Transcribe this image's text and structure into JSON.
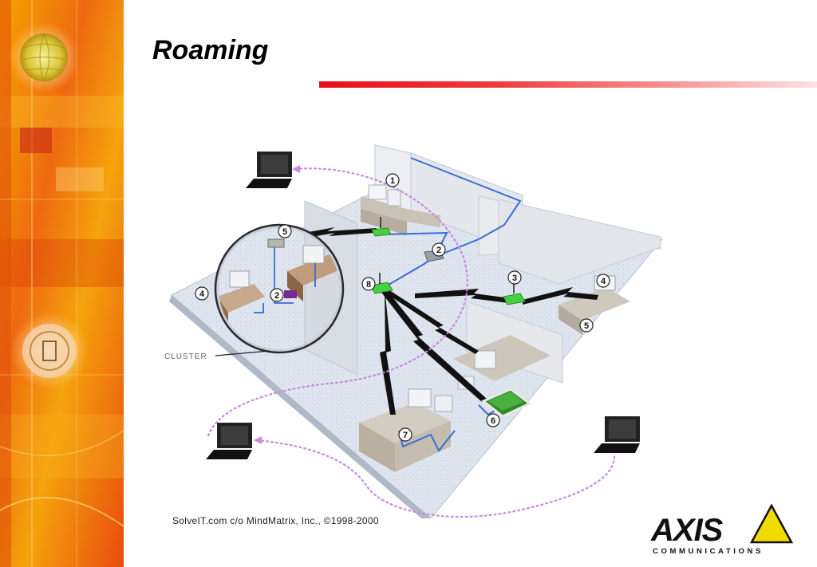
{
  "slide": {
    "title": "Roaming",
    "credit": "SolveIT.com c/o MindMatrix, Inc., ©1998-2000"
  },
  "diagram": {
    "cluster_label": "CLUSTER",
    "callouts": [
      "1",
      "2",
      "5",
      "2",
      "4",
      "8",
      "3",
      "4",
      "5",
      "6",
      "7"
    ]
  },
  "logo": {
    "wordmark": "AXIS",
    "tagline": "COMMUNICATIONS",
    "accent_color": "#f2dc00"
  },
  "colors": {
    "title_rule": "#e8101a",
    "network_cable": "#3a6cd8",
    "roaming_path": "#c98ae0",
    "access_point": "#48d040"
  }
}
